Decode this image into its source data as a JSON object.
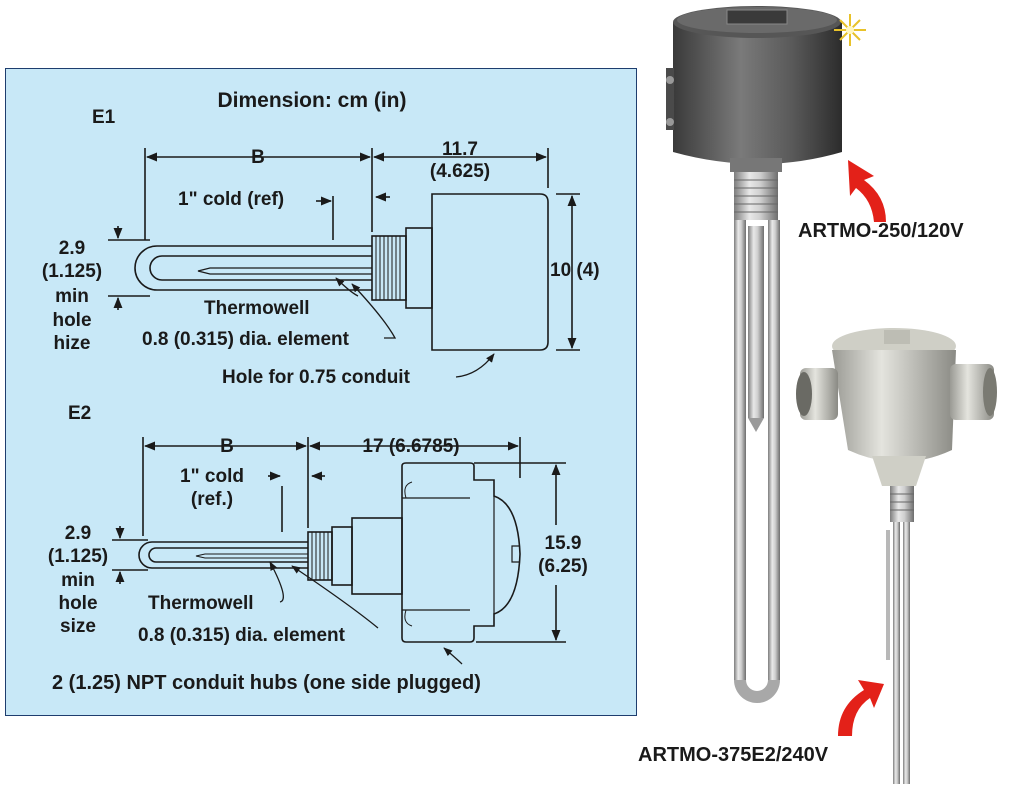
{
  "diagram": {
    "title": "Dimension: cm (in)",
    "e1": {
      "label": "E1",
      "dim_b": "B",
      "head_length": "11.7",
      "head_length_in": "(4.625)",
      "cold": "1\" cold (ref)",
      "hole_size": [
        "2.9",
        "(1.125)",
        "min",
        "hole",
        "hize"
      ],
      "height": "10 (4)",
      "thermowell": "Thermowell",
      "element": "0.8 (0.315) dia. element",
      "conduit": "Hole for 0.75 conduit"
    },
    "e2": {
      "label": "E2",
      "dim_b": "B",
      "head_length": "17 (6.6785)",
      "cold": [
        "1\" cold",
        "(ref.)"
      ],
      "hole_size": [
        "2.9",
        "(1.125)",
        "min",
        "hole",
        "size"
      ],
      "height": "15.9",
      "height_in": "(6.25)",
      "thermowell": "Thermowell",
      "element": "0.8 (0.315) dia. element",
      "hubs": "2 (1.25) NPT conduit hubs (one side plugged)"
    }
  },
  "products": {
    "product1": "ARTMO-250/120V",
    "product2": "ARTMO-375E2/240V"
  },
  "colors": {
    "panel_bg": "#c8e8f7",
    "panel_border": "#1e3d6e",
    "arrow_red": "#e32119"
  }
}
